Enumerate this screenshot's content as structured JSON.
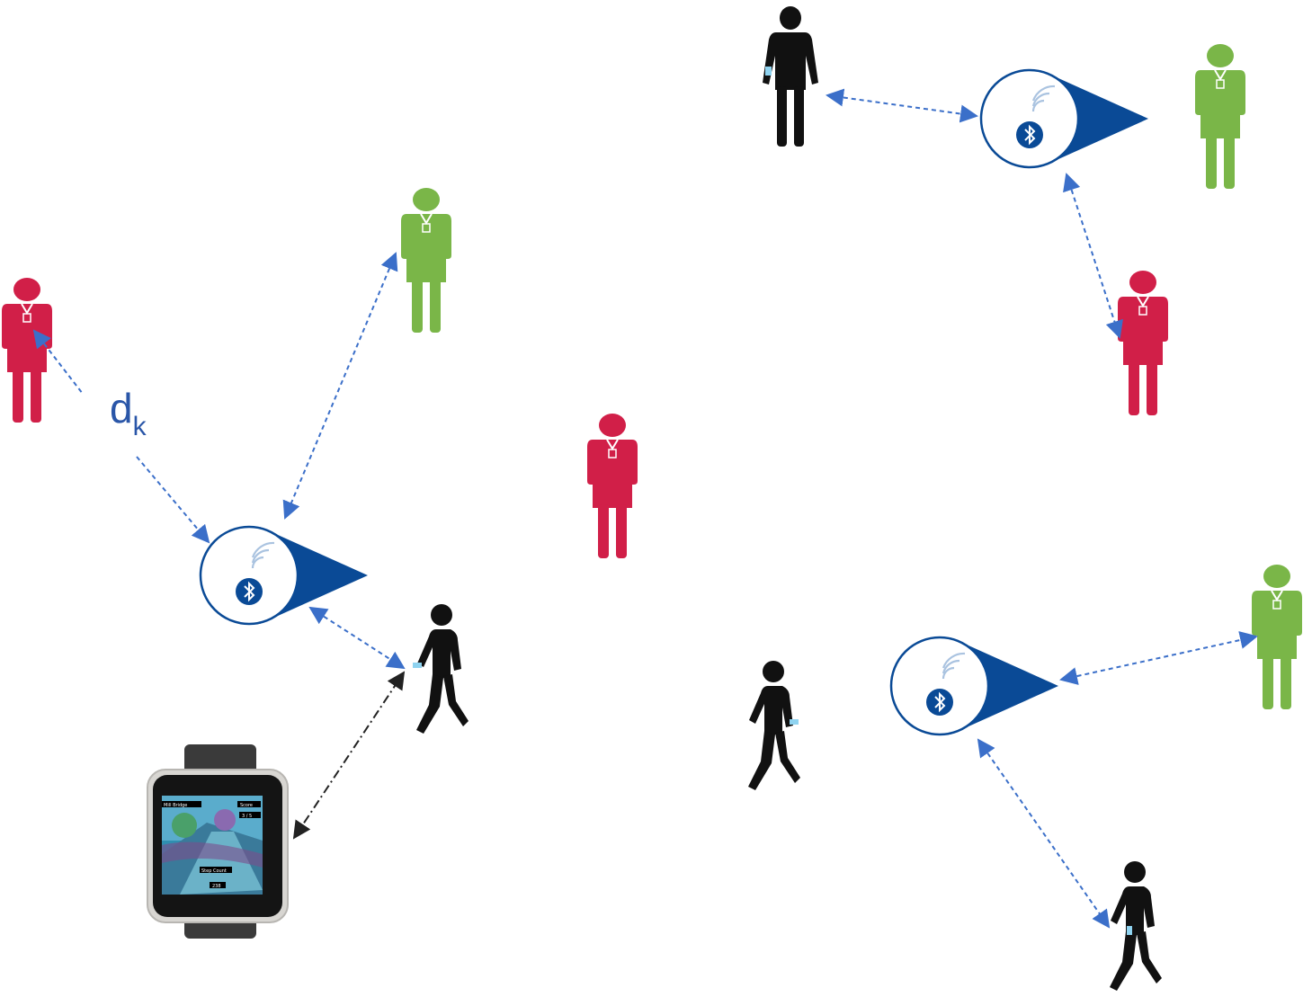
{
  "distance_label": {
    "base": "d",
    "subscript": "k"
  },
  "watch": {
    "location": "Mill Bridge",
    "score_label": "Score",
    "score_value": "3 / 5",
    "step_label": "Step Count",
    "step_value": "238"
  },
  "colors": {
    "red_person": "#d11f48",
    "green_person": "#7ab648",
    "black_person": "#111111",
    "beacon_blue": "#0a4a96",
    "arrow_blue": "#3b6fc9",
    "arrow_black": "#222222",
    "label_blue": "#2a56a8"
  },
  "icons": [
    "person-icon",
    "beacon-icon",
    "bluetooth-icon",
    "wifi-signal-icon",
    "smartwatch-icon",
    "walking-person-icon"
  ]
}
